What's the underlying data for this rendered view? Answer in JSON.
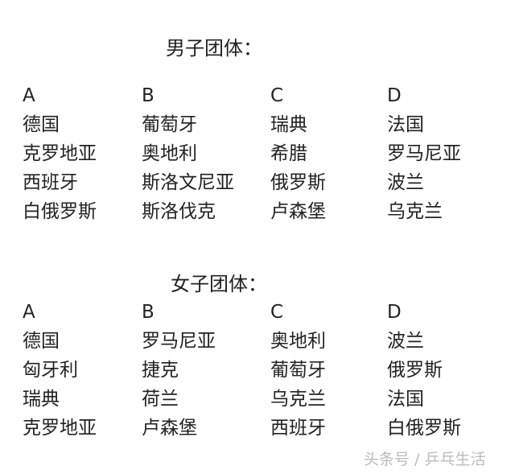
{
  "men": {
    "title": "男子团体：",
    "groups": [
      {
        "label": "A",
        "teams": [
          "德国",
          "克罗地亚",
          "西班牙",
          "白俄罗斯"
        ]
      },
      {
        "label": "B",
        "teams": [
          "葡萄牙",
          "奥地利",
          "斯洛文尼亚",
          "斯洛伐克"
        ]
      },
      {
        "label": "C",
        "teams": [
          "瑞典",
          "希腊",
          "俄罗斯",
          "卢森堡"
        ]
      },
      {
        "label": "D",
        "teams": [
          "法国",
          "罗马尼亚",
          "波兰",
          "乌克兰"
        ]
      }
    ]
  },
  "women": {
    "title": "女子团体：",
    "groups": [
      {
        "label": "A",
        "teams": [
          "德国",
          "匈牙利",
          "瑞典",
          "克罗地亚"
        ]
      },
      {
        "label": "B",
        "teams": [
          "罗马尼亚",
          "捷克",
          "荷兰",
          "卢森堡"
        ]
      },
      {
        "label": "C",
        "teams": [
          "奥地利",
          "葡萄牙",
          "乌克兰",
          "西班牙"
        ]
      },
      {
        "label": "D",
        "teams": [
          "波兰",
          "俄罗斯",
          "法国",
          "白俄罗斯"
        ]
      }
    ]
  },
  "watermark": "头条号 / 乒乓生活"
}
